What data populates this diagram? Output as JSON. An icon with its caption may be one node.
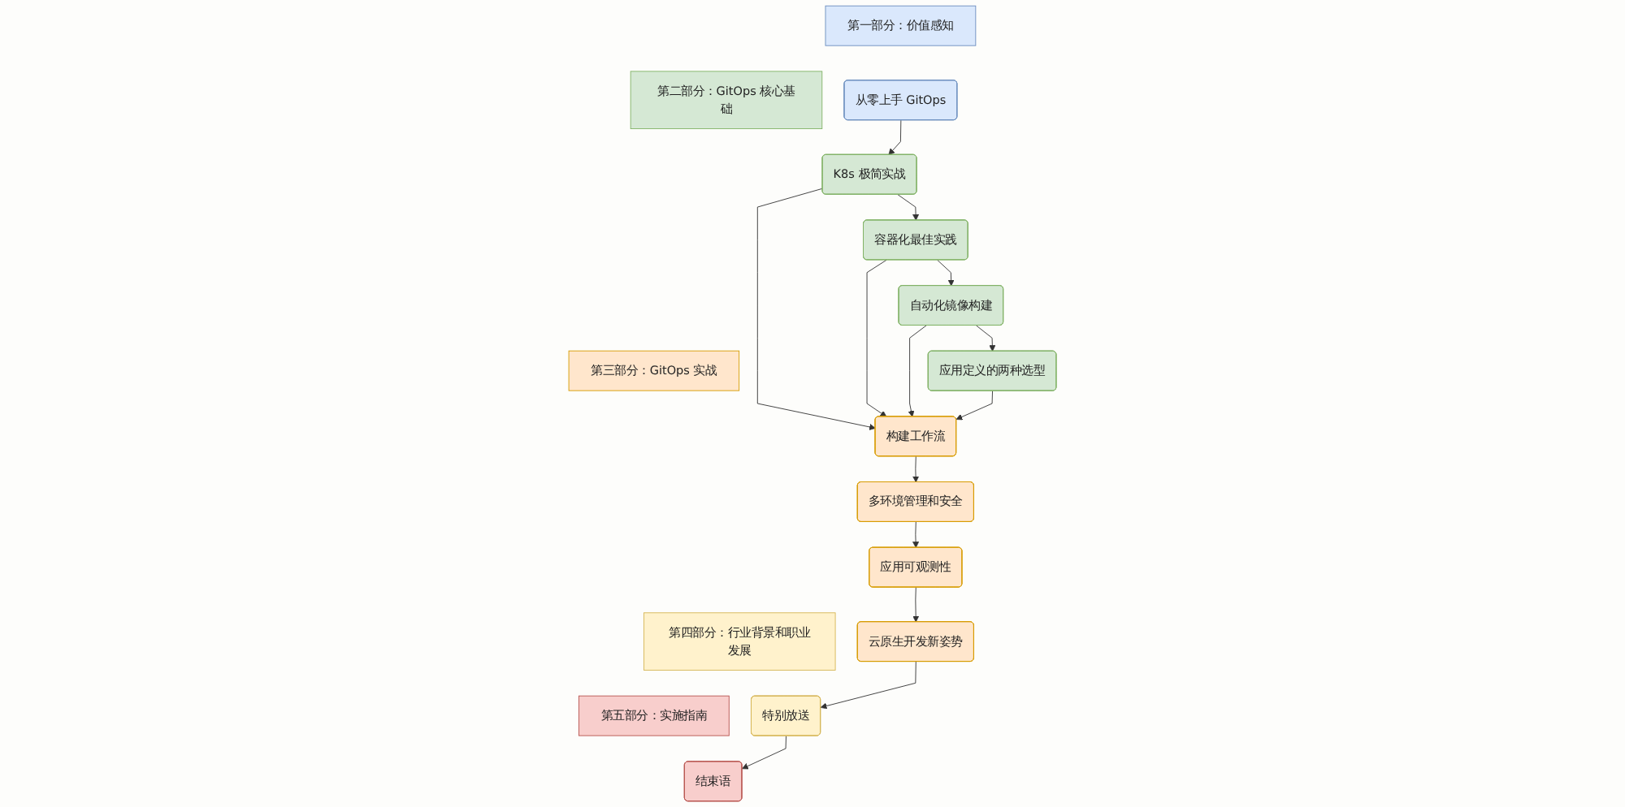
{
  "diagram": {
    "nodes": [
      {
        "text": [
          "第一部分：价值感知"
        ]
      },
      {
        "text": [
          "第二部分：GitOps 核心基础"
        ]
      },
      {
        "text": [
          "第三部分：GitOps 实战"
        ]
      },
      {
        "text": [
          "第四部分：行业背景和职业发展"
        ]
      },
      {
        "text": [
          "第五部分：实施指南"
        ]
      },
      {
        "text": [
          "从零上手 GitOps"
        ]
      },
      {
        "text": [
          "K8s 极简实战"
        ]
      },
      {
        "text": [
          "容器化最佳实践"
        ]
      },
      {
        "text": [
          "自动化镜像构建"
        ]
      },
      {
        "text": [
          "应用定义的两种选型"
        ]
      },
      {
        "text": [
          "构建工作流"
        ]
      },
      {
        "text": [
          "多环境管理和安全"
        ]
      },
      {
        "text": [
          "应用可观测性"
        ]
      },
      {
        "text": [
          "云原生开发新姿势"
        ]
      },
      {
        "text": [
          "特别放送"
        ]
      },
      {
        "text": [
          "结束语"
        ]
      }
    ],
    "edges": [
      {
        "from": 5,
        "to": 6,
        "arrow": "to"
      },
      {
        "from": 6,
        "to": 7,
        "arrow": "to"
      },
      {
        "from": 7,
        "to": 8,
        "arrow": "to"
      },
      {
        "from": 8,
        "to": 9,
        "arrow": "to"
      },
      {
        "from": 6,
        "to": 10,
        "arrow": "to"
      },
      {
        "from": 7,
        "to": 10,
        "arrow": "to"
      },
      {
        "from": 8,
        "to": 10,
        "arrow": "to"
      },
      {
        "from": 9,
        "to": 10,
        "arrow": "to"
      },
      {
        "from": 10,
        "to": 11,
        "arrow": "to"
      },
      {
        "from": 11,
        "to": 12,
        "arrow": "to"
      },
      {
        "from": 12,
        "to": 13,
        "arrow": "to"
      },
      {
        "from": 13,
        "to": 14,
        "arrow": "to"
      },
      {
        "from": 14,
        "to": 15,
        "arrow": "to"
      }
    ]
  }
}
